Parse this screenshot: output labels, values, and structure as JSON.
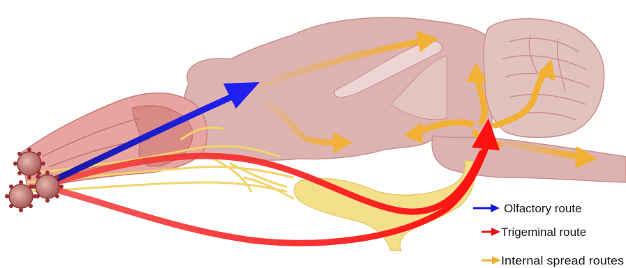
{
  "legend": {
    "olfactory": {
      "label": "Olfactory route",
      "color": "#1515e0"
    },
    "trigeminal": {
      "label": "Trigeminal route",
      "color": "#e81414"
    },
    "internal": {
      "label": "Internal spread routes",
      "color": "#f2b035"
    }
  },
  "colors": {
    "brain_fill": "#dcb3b0",
    "brain_stroke": "#c9908c",
    "bulb_fill": "#e8a4a0",
    "nerve": "#f2d46a",
    "virus": "#b03a3a"
  },
  "icons": [
    "virus-particle-icon",
    "arrow-right-icon"
  ]
}
